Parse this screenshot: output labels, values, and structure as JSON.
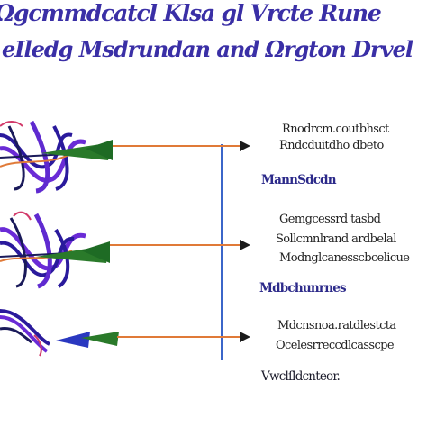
{
  "title_line1": "Ωgcmmdcatcl Klsa gl Vrcte Rune",
  "title_line2": "eIledg Msdrundan and Ωrgton Drvel",
  "headers": [
    "MannSdcdn",
    "Mdbchunrnes",
    "Vwclſldcnteor."
  ],
  "blocks": [
    [
      "Rnodrcm.coutbhsct",
      "Rndcduitdho dbeto"
    ],
    [
      "Gemgcessrd tasbd",
      "Sollcmnlrand ardbelal",
      "Modnglcanesscbcelicue"
    ],
    [
      "Mdcnsnoa.ratdlestcta",
      "Ocelesrreccdlcasscpe"
    ]
  ]
}
